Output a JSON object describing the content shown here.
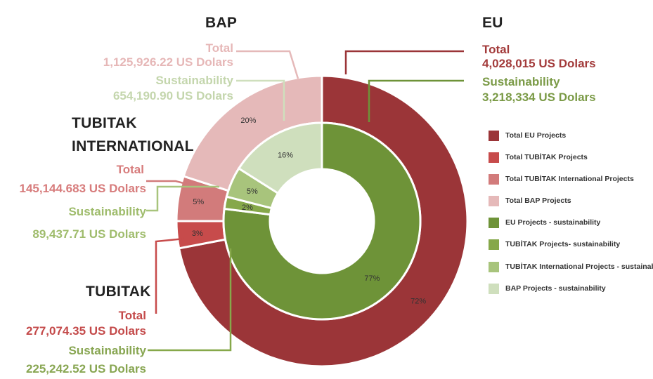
{
  "chart_data": {
    "type": "pie",
    "variant": "nested-donut",
    "rings": [
      {
        "name": "outer",
        "slices": [
          {
            "label": "Total EU Projects",
            "value": 72,
            "display": "72%",
            "color": "#9b3538"
          },
          {
            "label": "Total TUBİTAK Projects",
            "value": 3,
            "display": "3%",
            "color": "#c74b4b"
          },
          {
            "label": "Total TUBİTAK International Projects",
            "value": 5,
            "display": "5%",
            "color": "#d27b7b"
          },
          {
            "label": "Total BAP Projects",
            "value": 20,
            "display": "20%",
            "color": "#e5b9b9"
          }
        ]
      },
      {
        "name": "inner",
        "slices": [
          {
            "label": "EU Projects - sustainability",
            "value": 77,
            "display": "77%",
            "color": "#6e9338"
          },
          {
            "label": "TUBİTAK Projects- sustainability",
            "value": 2,
            "display": "2%",
            "color": "#86a84a"
          },
          {
            "label": "TUBİTAK International Projects - sustainability",
            "value": 5,
            "display": "5%",
            "color": "#a8c47c"
          },
          {
            "label": "BAP Projects - sustainability",
            "value": 16,
            "display": "16%",
            "color": "#cfdfbd"
          }
        ]
      }
    ],
    "legend": {
      "position": "right",
      "entries": [
        {
          "label": "Total EU Projects",
          "color": "#9b3538"
        },
        {
          "label": "Total TUBİTAK Projects",
          "color": "#c74b4b"
        },
        {
          "label": "Total TUBİTAK International Projects",
          "color": "#d27b7b"
        },
        {
          "label": "Total BAP Projects",
          "color": "#e5b9b9"
        },
        {
          "label": "EU Projects - sustainability",
          "color": "#6e9338"
        },
        {
          "label": "TUBİTAK Projects- sustainability",
          "color": "#86a84a"
        },
        {
          "label": "TUBİTAK International Projects - sustainability",
          "color": "#a8c47c"
        },
        {
          "label": "BAP Projects - sustainability",
          "color": "#cfdfbd"
        }
      ]
    },
    "annotations": {
      "bap": {
        "title": "BAP",
        "total_label": "Total",
        "total_value": "1,125,926.22 US Dolars",
        "sus_label": "Sustainability",
        "sus_value": "654,190.90 US Dolars"
      },
      "eu": {
        "title": "EU",
        "total_label": "Total",
        "total_value": "4,028,015 US Dolars",
        "sus_label": "Sustainability",
        "sus_value": "3,218,334  US Dolars"
      },
      "tubitak_international": {
        "title_line1": "TUBITAK",
        "title_line2": "INTERNATIONAL",
        "total_label": "Total",
        "total_value": "145,144.683 US Dolars",
        "sus_label": "Sustainability",
        "sus_value": "89,437.71 US Dolars"
      },
      "tubitak": {
        "title": "TUBITAK",
        "total_label": "Total",
        "total_value": "277,074.35 US Dolars",
        "sus_label": "Sustainability",
        "sus_value": "225,242.52 US Dolars"
      }
    }
  }
}
